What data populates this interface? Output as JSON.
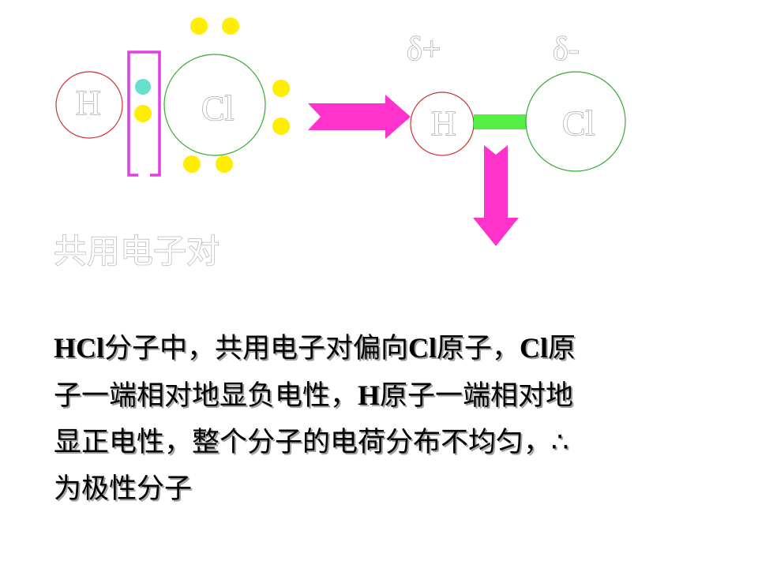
{
  "left_molecule": {
    "h_label": "H",
    "cl_label": "Cl"
  },
  "right_molecule": {
    "h_label": "H",
    "cl_label": "Cl",
    "h_charge": "δ+",
    "cl_charge": "δ-"
  },
  "caption": "共用电子对",
  "colors": {
    "electron": "#ffee00",
    "h_electron": "#66e0cc",
    "bracket": "#e040e0",
    "arrow": "#ff33cc",
    "bond": "#55ee44",
    "h_circle": "#cc3333",
    "cl_circle": "#33aa33"
  },
  "explanation": {
    "line1": [
      {
        "text": "HCl",
        "latin": true
      },
      {
        "text": "分子中，共用电子对偏向",
        "latin": false
      },
      {
        "text": "Cl",
        "latin": true
      },
      {
        "text": "原子，",
        "latin": false
      },
      {
        "text": "Cl",
        "latin": true
      },
      {
        "text": "原",
        "latin": false
      }
    ],
    "line2": [
      {
        "text": "子一端相对地显负电性，",
        "latin": false
      },
      {
        "text": "H",
        "latin": true
      },
      {
        "text": "原子一端相对地",
        "latin": false
      }
    ],
    "line3": [
      {
        "text": "显正电性，整个分子的电荷分布不均匀，∴",
        "latin": false
      }
    ],
    "line4": [
      {
        "text": "为极性分子",
        "latin": false
      }
    ]
  }
}
